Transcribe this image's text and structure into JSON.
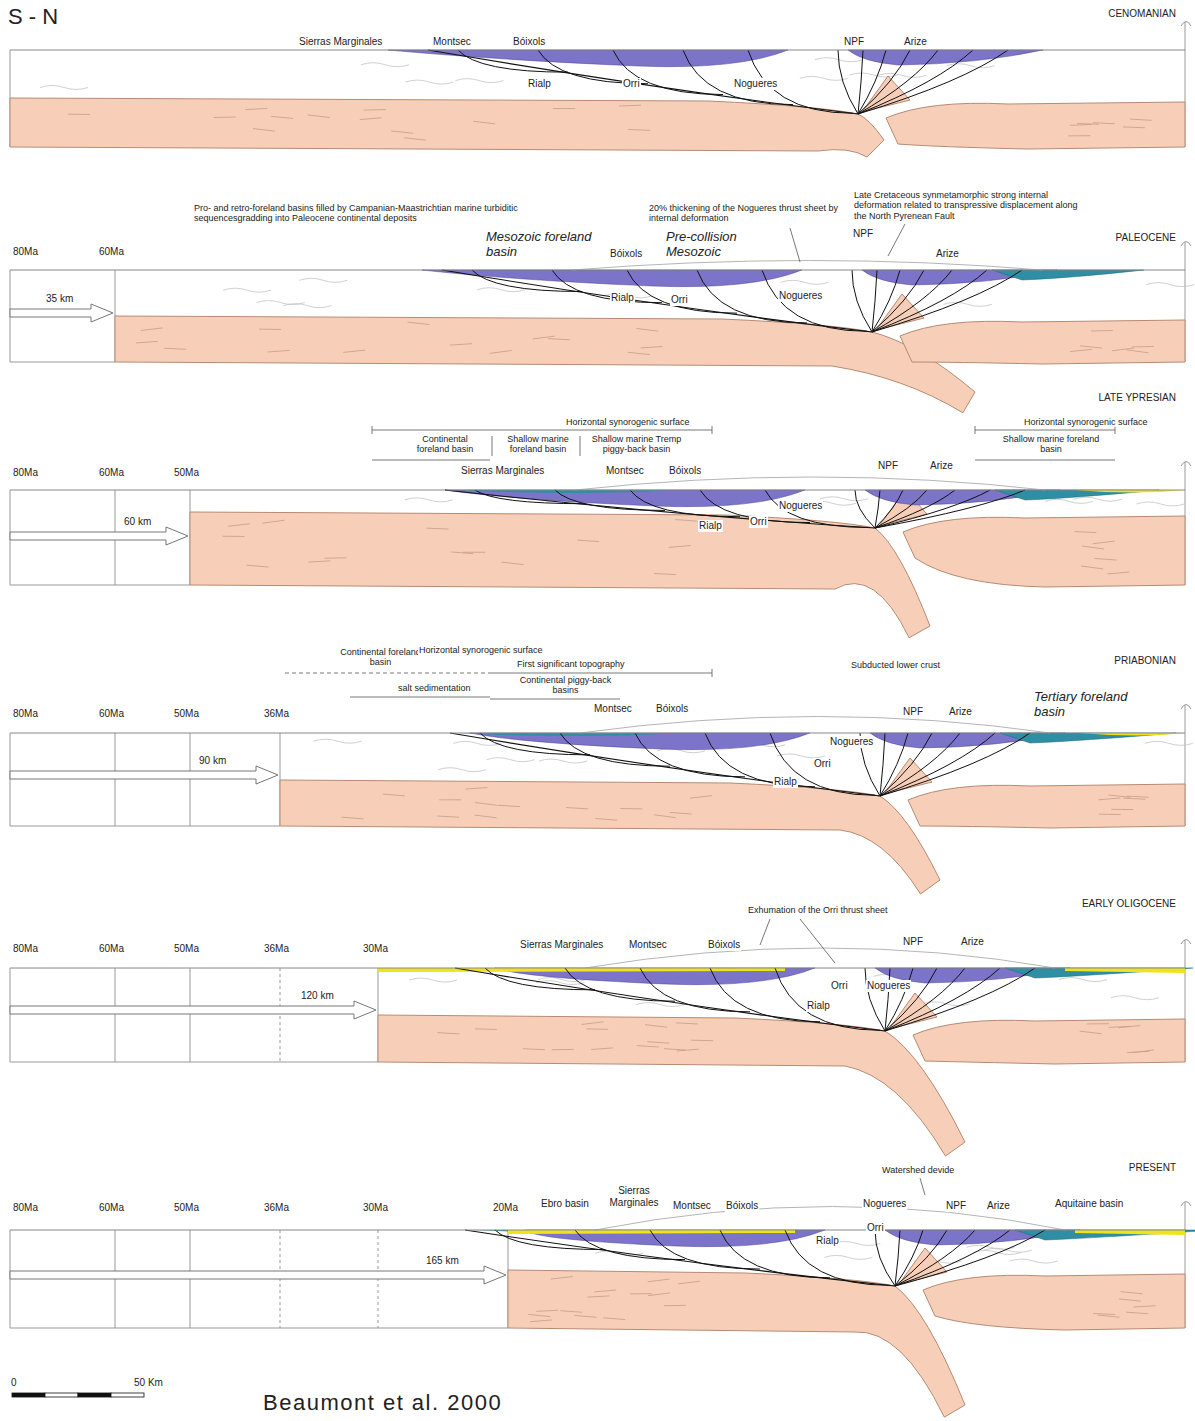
{
  "diagram": {
    "title": "S - N",
    "labels": [
      "CENOMANIAN",
      "Sierras Marginales",
      "Montsec",
      "Bóixols",
      "NPF",
      "Arize",
      "Rialp",
      "Orri",
      "Nogueres",
      "Pro- and retro-foreland basins filled by Campanian-Maastrichtian marine turbiditic sequencesgradding into Paleocene continental deposits",
      "20% thickening of the Nogueres thrust sheet by internal deformation",
      "Late Cretaceous synmetamorphic strong internal deformation related to transpressive displacement along the North Pyrenean Fault",
      "PALEOCENE",
      "80Ma",
      "60Ma",
      "35 km",
      "Mesozoic foreland basin",
      "Bóixols",
      "Pre-collision Mesozoic",
      "NPF",
      "Arize",
      "Rialp",
      "Orri",
      "Nogueres",
      "LATE YPRESIAN",
      "Horizontal synorogenic surface",
      "Continental foreland basin",
      "Shallow marine foreland basin",
      "Shallow marine Tremp piggy-back basin",
      "Horizontal synorogenic surface",
      "Shallow marine foreland basin",
      "Sierras Marginales",
      "Montsec",
      "Bóixols",
      "NPF",
      "Arize",
      "Nogueres",
      "Rialp",
      "Orri",
      "80Ma",
      "60Ma",
      "50Ma",
      "60 km",
      "Continental foreland basin",
      "Horizontal synorogenic surface",
      "First significant topography",
      "salt sedimentation",
      "Continental piggy-back basins",
      "PRIABONIAN",
      "Subducted lower crust",
      "Montsec",
      "Bóixols",
      "NPF",
      "Arize",
      "Tertiary foreland basin",
      "Nogueres",
      "Orri",
      "Rialp",
      "80Ma",
      "60Ma",
      "50Ma",
      "36Ma",
      "90 km",
      "Exhumation of the Orri thrust sheet",
      "EARLY OLIGOCENE",
      "Sierras Marginales",
      "Montsec",
      "Bóixols",
      "NPF",
      "Arize",
      "Orri",
      "Nogueres",
      "Rialp",
      "80Ma",
      "60Ma",
      "50Ma",
      "36Ma",
      "30Ma",
      "120 km",
      "Watershed devide",
      "PRESENT",
      "80Ma",
      "60Ma",
      "50Ma",
      "36Ma",
      "30Ma",
      "20Ma",
      "Ebro basin",
      "Sierras Marginales",
      "Montsec",
      "Bóixols",
      "Nogueres",
      "NPF",
      "Arize",
      "Aquitaine basin",
      "Rialp",
      "Orri",
      "165 km",
      "0",
      "50 Km"
    ],
    "caption": "Beaumont et al. 2000"
  }
}
